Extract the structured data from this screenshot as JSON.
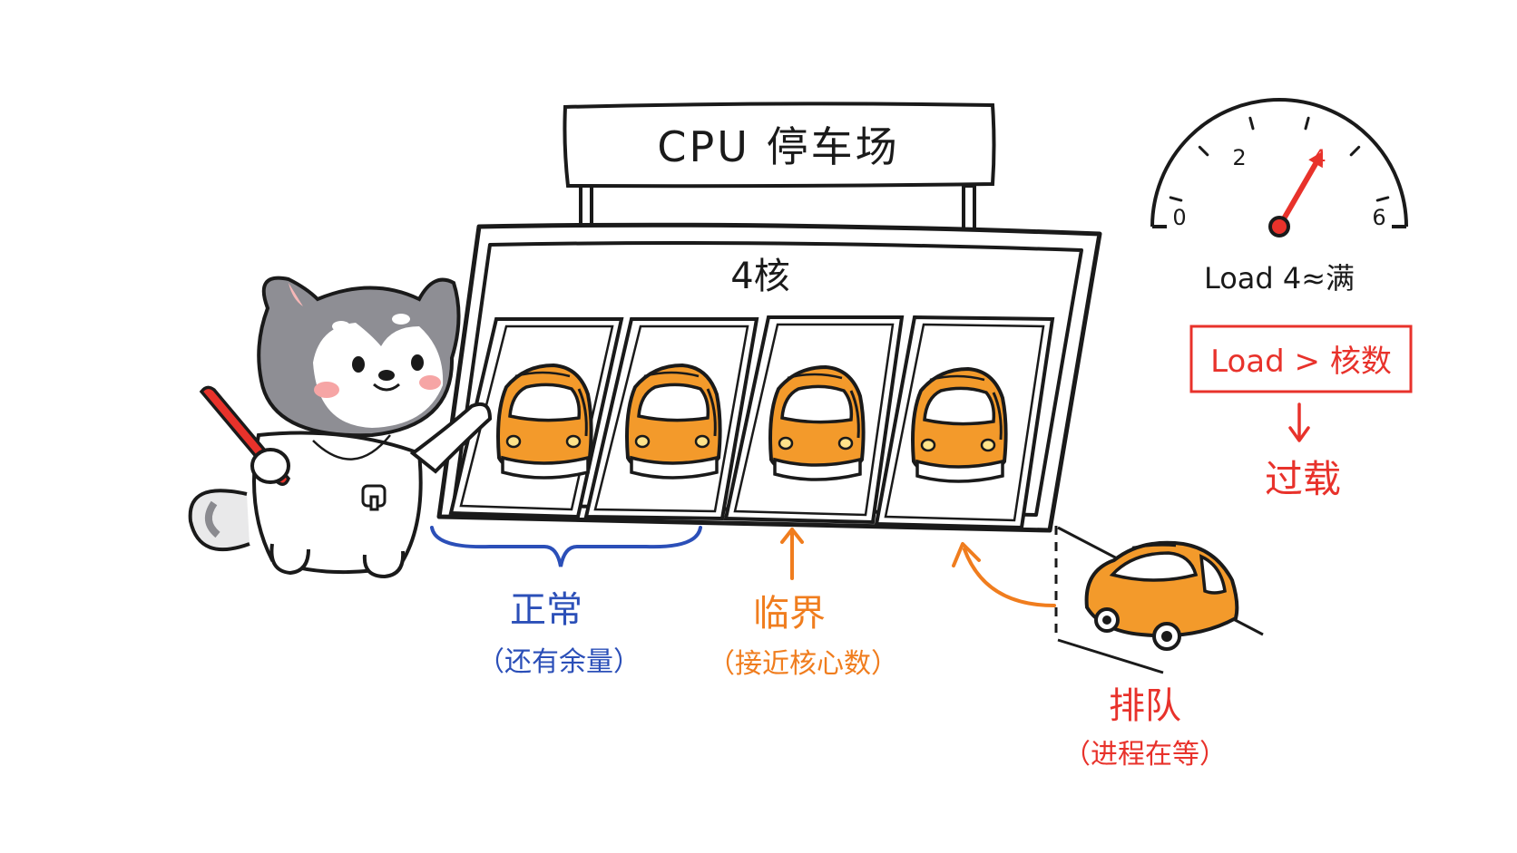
{
  "colors": {
    "ink": "#1a1a1a",
    "car": "#f39a2b",
    "normal": "#2b4fb8",
    "critical": "#f07d1e",
    "overload": "#e8322b"
  },
  "sign": {
    "title": "CPU 停车场"
  },
  "lot": {
    "cores_label": "4核"
  },
  "zones": {
    "normal": {
      "label": "正常",
      "note": "（还有余量）"
    },
    "critical": {
      "label": "临界",
      "note": "（接近核心数）"
    },
    "queue": {
      "label": "排队",
      "note": "（进程在等）"
    }
  },
  "gauge": {
    "ticks": [
      {
        "value": 0,
        "label": "0",
        "hot": false
      },
      {
        "value": 2,
        "label": "2",
        "hot": false
      },
      {
        "value": 4,
        "label": "4",
        "hot": true
      },
      {
        "value": 6,
        "label": "6",
        "hot": false
      }
    ],
    "min": 0,
    "max": 6,
    "needle_value": 4,
    "caption": "Load 4≈满"
  },
  "rule": {
    "condition": "Load > 核数",
    "result": "过载"
  },
  "icons": [
    "husky-mascot-icon",
    "traffic-baton-icon",
    "whistle-icon",
    "car-icon",
    "gauge-icon",
    "arrow-up-icon",
    "arrow-down-icon"
  ]
}
